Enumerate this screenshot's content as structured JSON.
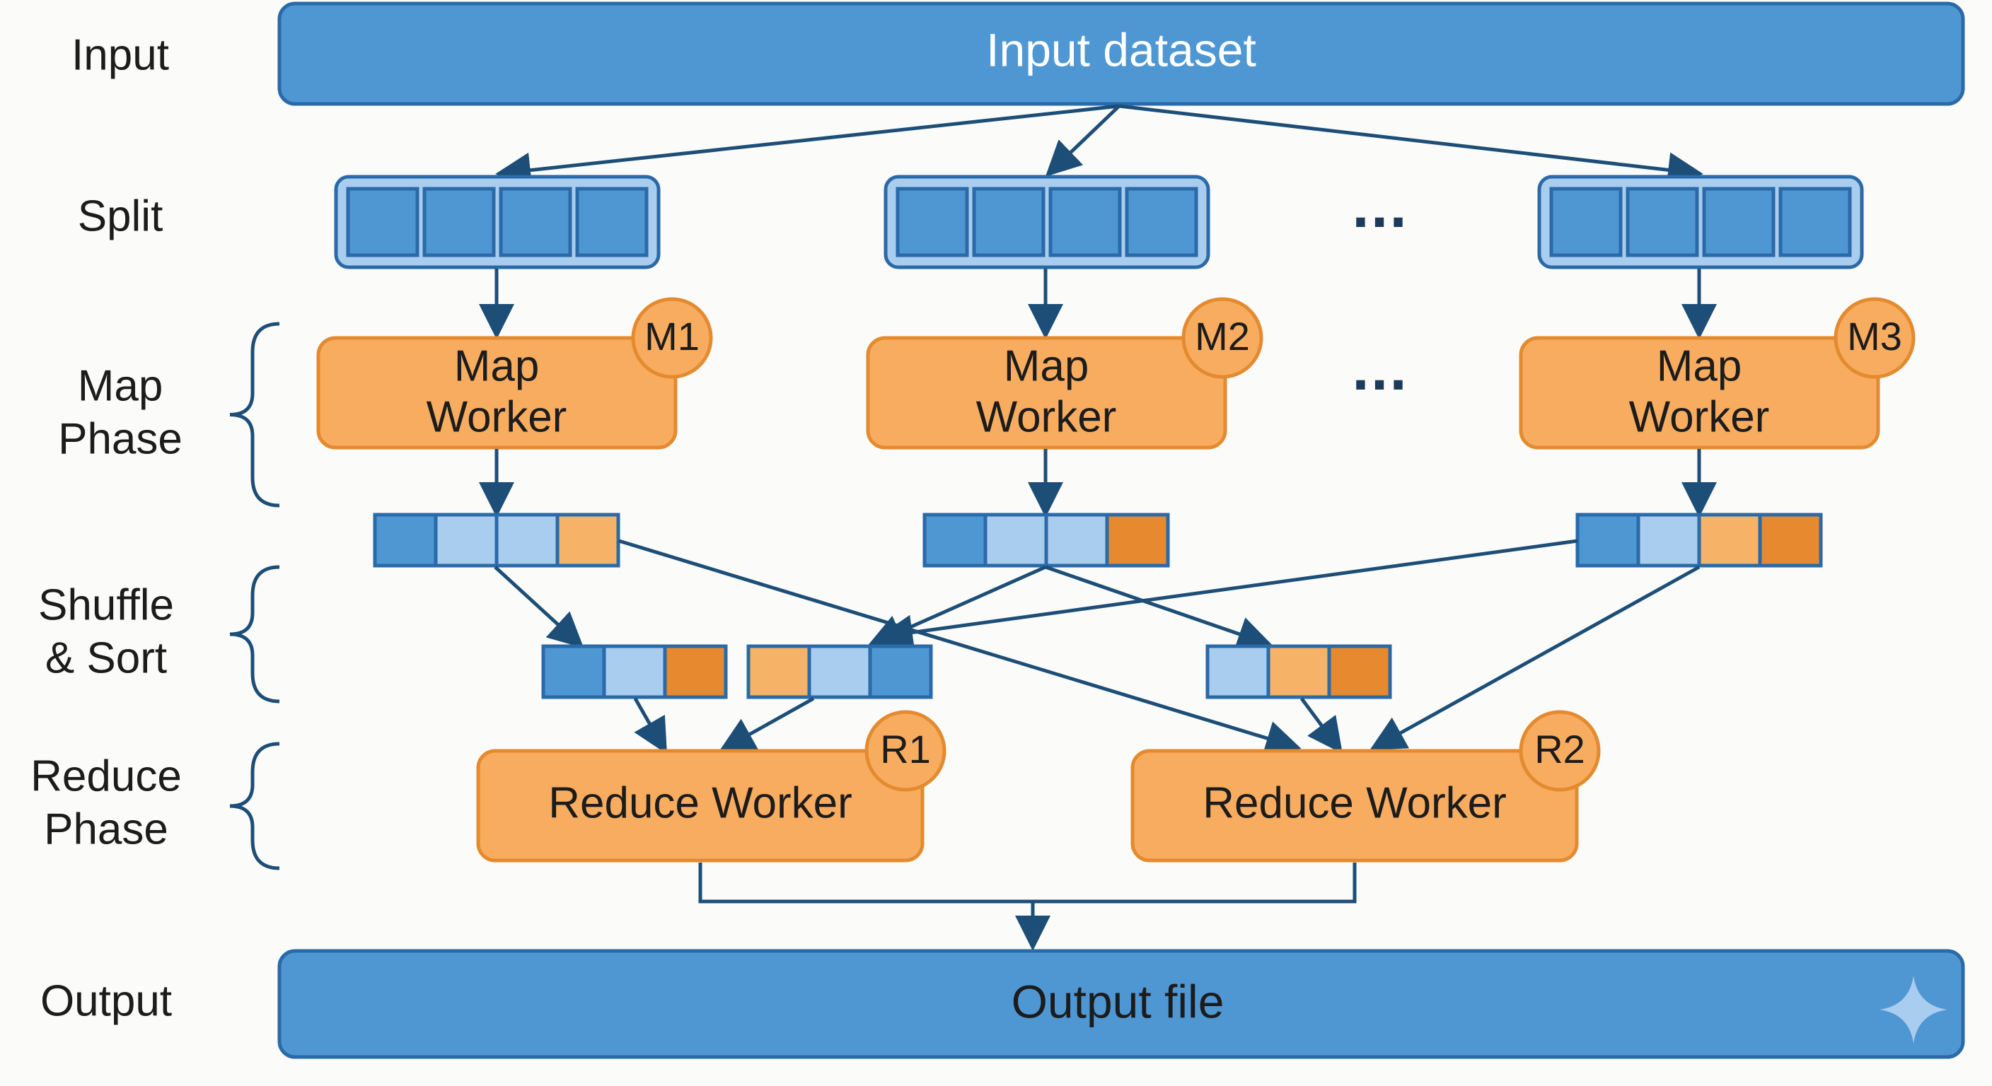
{
  "stages": [
    {
      "id": "input",
      "lines": [
        "Input"
      ]
    },
    {
      "id": "split",
      "lines": [
        "Split"
      ]
    },
    {
      "id": "map",
      "lines": [
        "Map",
        "Phase"
      ]
    },
    {
      "id": "shuffle",
      "lines": [
        "Shuffle",
        "& Sort"
      ]
    },
    {
      "id": "reduce",
      "lines": [
        "Reduce",
        "Phase"
      ]
    },
    {
      "id": "output",
      "lines": [
        "Output"
      ]
    }
  ],
  "input_bar": {
    "label": "Input dataset"
  },
  "output_bar": {
    "label": "Output file"
  },
  "ellipsis": "...",
  "map_workers": [
    {
      "badge": "M1",
      "lines": [
        "Map",
        "Worker"
      ]
    },
    {
      "badge": "M2",
      "lines": [
        "Map",
        "Worker"
      ]
    },
    {
      "badge": "M3",
      "lines": [
        "Map",
        "Worker"
      ]
    }
  ],
  "reduce_workers": [
    {
      "badge": "R1",
      "label": "Reduce Worker"
    },
    {
      "badge": "R2",
      "label": "Reduce Worker"
    }
  ],
  "map_outputs": [
    [
      "blue",
      "light",
      "light",
      "peach"
    ],
    [
      "blue",
      "light",
      "light",
      "orange"
    ],
    [
      "blue",
      "light",
      "peach",
      "orange"
    ]
  ],
  "shuffle_groups": [
    [
      "blue",
      "light",
      "orange"
    ],
    [
      "peach",
      "light",
      "blue"
    ],
    [
      "light",
      "peach",
      "orange"
    ]
  ],
  "colors": {
    "blue_fill": "#4f97d3",
    "blue_border": "#2a6aa8",
    "light_fill": "#a9cdee",
    "light_border": "#3f7fbf",
    "peach_fill": "#f6b266",
    "orange_fill": "#e7892f",
    "worker_fill": "#f7ac5f",
    "worker_border": "#e48a2f",
    "line": "#1c4e78",
    "bar_text": "#ffffff",
    "output_text": "#1c1c1c",
    "sparkle": "#a9cdee"
  }
}
